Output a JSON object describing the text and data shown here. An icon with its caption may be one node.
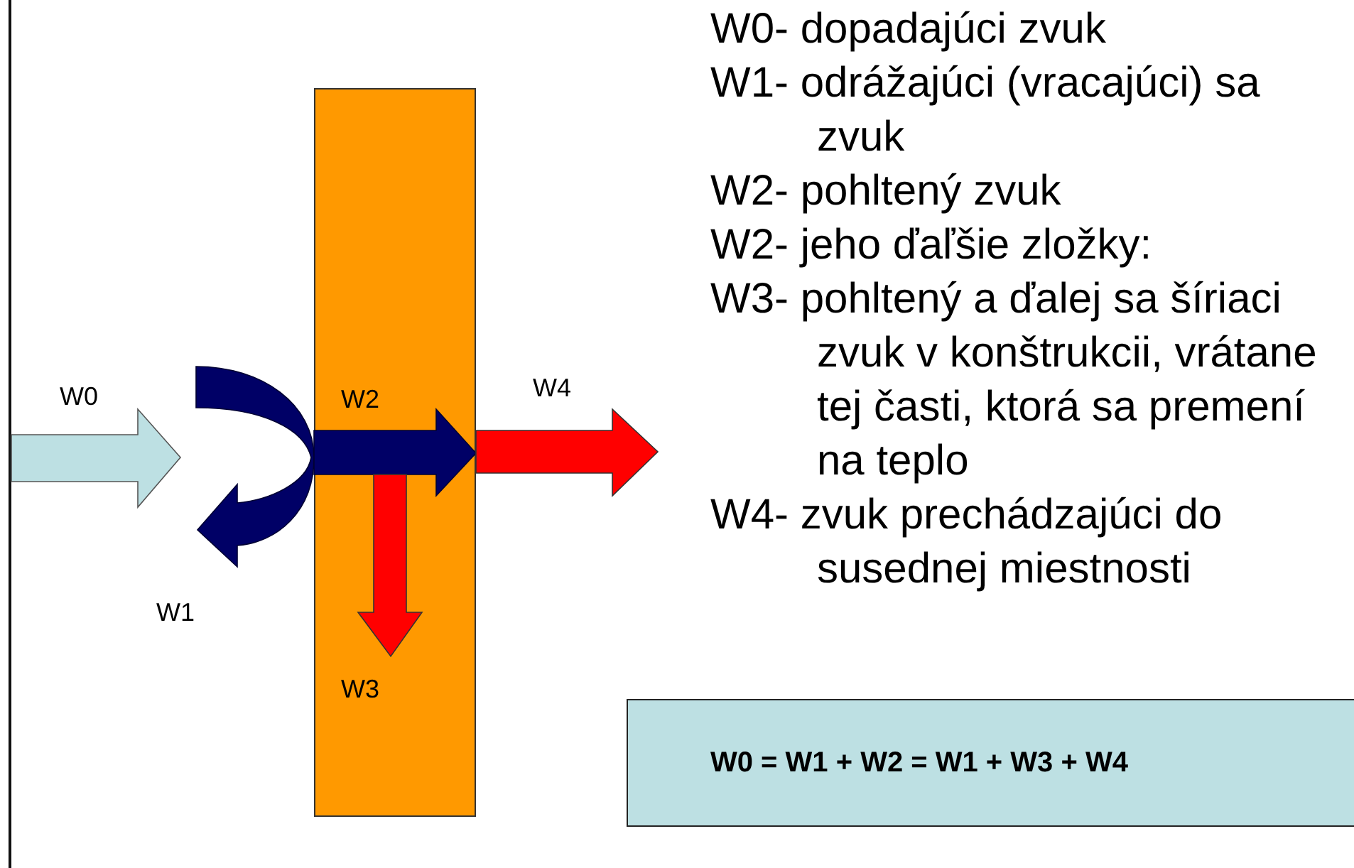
{
  "diagram": {
    "nodes": [
      {
        "text": [],
        "shape": "bar"
      },
      {
        "text": [
          "W0 = W1 + W2 = W1 + W3 + W4"
        ]
      }
    ],
    "labels": [
      "W0",
      "W1",
      "W2",
      "W3",
      "W4",
      "W0- dopadajúci zvuk",
      "W1- odrážajúci (vracajúci) sa zvuk",
      "W2- pohltený zvuk",
      "W2- jeho ďaľšie zložky:",
      "W3- pohltený a ďalej sa šíriaci zvuk v konštrukcii, vrátane tej časti, ktorá sa premení na teplo",
      "W4- zvuk prechádzajúci do susednej miestnosti"
    ]
  }
}
